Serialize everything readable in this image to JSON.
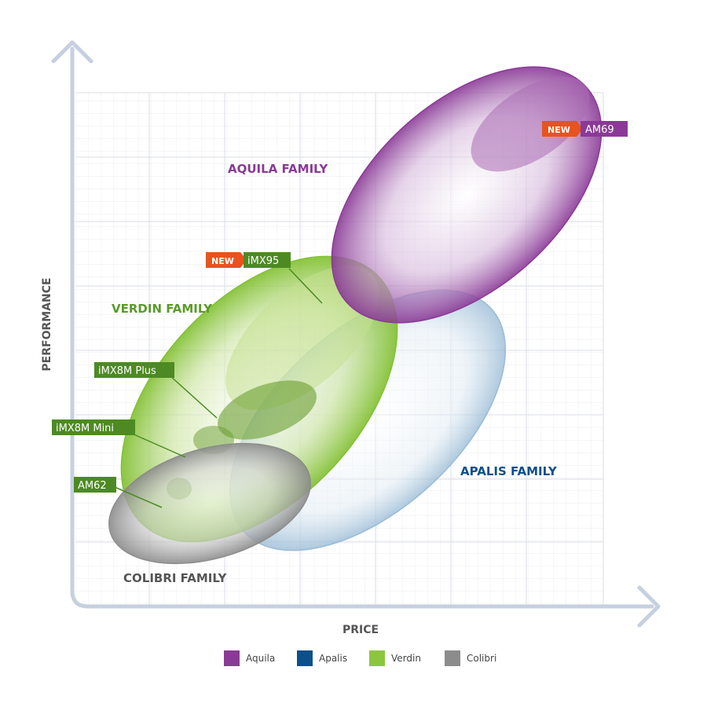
{
  "axes": {
    "x_label": "PRICE",
    "y_label": "PERFORMANCE"
  },
  "families": {
    "aquila": "AQUILA FAMILY",
    "verdin": "VERDIN FAMILY",
    "apalis": "APALIS FAMILY",
    "colibri": "COLIBRI FAMILY"
  },
  "products": {
    "am69": "AM69",
    "imx95": "iMX95",
    "imx8m_plus": "iMX8M Plus",
    "imx8m_mini": "iMX8M Mini",
    "am62": "AM62"
  },
  "badges": {
    "new_am69": "NEW",
    "new_imx95": "NEW"
  },
  "legend": [
    {
      "label": "Aquila",
      "color": "#8a3a96"
    },
    {
      "label": "Apalis",
      "color": "#0d4f8b"
    },
    {
      "label": "Verdin",
      "color": "#8cc63f"
    },
    {
      "label": "Colibri",
      "color": "#8c8c8c"
    }
  ],
  "colors": {
    "aquila": "#8a3a96",
    "apalis": "#0d4f8b",
    "verdin": "#5a9b2a",
    "colibri": "#555555",
    "new_badge": "#e8531e",
    "axis": "#c5d0e0"
  }
}
